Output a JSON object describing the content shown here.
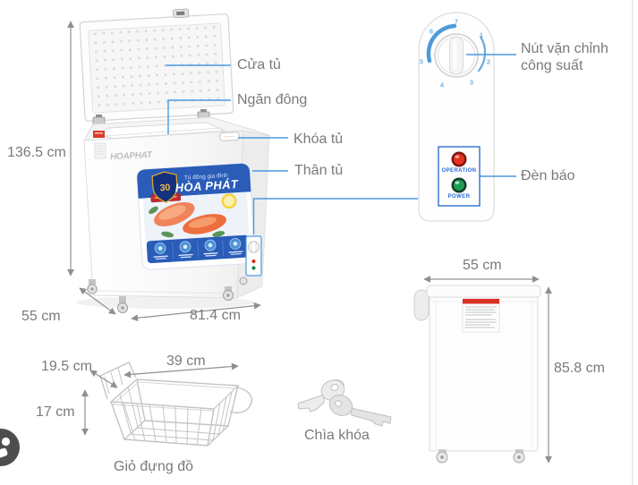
{
  "callouts": {
    "door": "Cửa tủ",
    "compartment": "Ngăn đông",
    "lock": "Khóa tủ",
    "body": "Thân tủ",
    "knob_line1": "Nút vặn chỉnh",
    "knob_line2": "công suất",
    "lights": "Đèn báo",
    "keys": "Chìa khóa",
    "basket": "Giỏ đựng đồ"
  },
  "dims": {
    "total_height": "136.5 cm",
    "front_depth": "55 cm",
    "front_width": "81.4 cm",
    "basket_width": "39 cm",
    "basket_depth": "19.5 cm",
    "basket_height": "17 cm",
    "side_width": "55 cm",
    "side_height": "85.8 cm"
  },
  "panel": {
    "numbers": [
      "1",
      "2",
      "3",
      "4",
      "5",
      "6",
      "7"
    ],
    "operation": "OPERATION",
    "power": "POWER"
  },
  "brand": {
    "tagline": "Tủ đông gia đình",
    "name": "HÒA PHÁT",
    "badge": "30",
    "embossed": "HOAPHAT"
  },
  "colors": {
    "callout_blue": "#4b99dd",
    "dimension_gray": "#8f8f8f",
    "label_text_gray": "#7a7a7a",
    "brand_blue": "#2a5cb8",
    "operation_red": "#e63022",
    "power_green": "#1e9e55",
    "panel_text_blue": "#2b6bd8",
    "knob_number_blue": "#74b4e4"
  }
}
